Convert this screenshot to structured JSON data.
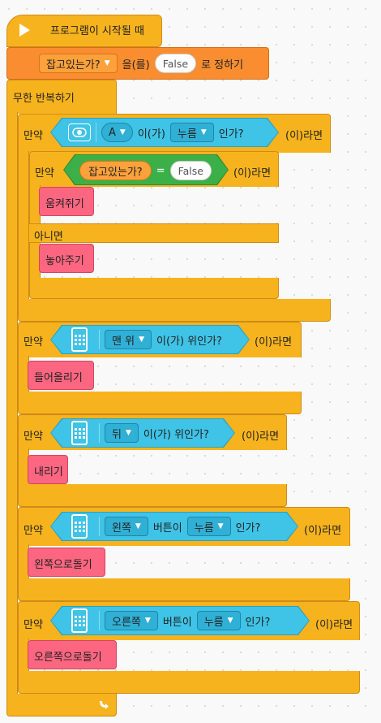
{
  "hat": {
    "label": "프로그램이 시작될 때"
  },
  "set_var": {
    "variable": "잡고있는가?",
    "word1": "을(를)",
    "value": "False",
    "word2": "로 정하기"
  },
  "forever": {
    "label": "무한 반복하기"
  },
  "if1": {
    "if_label": "만약",
    "key": "A",
    "word1": "이(가)",
    "state": "누름",
    "word2": "인가?",
    "then": "(이)라면",
    "inner": {
      "if_label": "만약",
      "variable": "잡고있는가?",
      "op": "=",
      "value": "False",
      "then": "(이)라면",
      "action1": "움켜쥐기",
      "else_label": "아니면",
      "action2": "놓아주기"
    }
  },
  "if2": {
    "if_label": "만약",
    "tilt": "맨 위",
    "word1": "이(가) 위인가?",
    "then": "(이)라면",
    "action": "들어올리기"
  },
  "if3": {
    "if_label": "만약",
    "tilt": "뒤",
    "word1": "이(가) 위인가?",
    "then": "(이)라면",
    "action": "내리기"
  },
  "if4": {
    "if_label": "만약",
    "button": "왼쪽",
    "word1": "버튼이",
    "state": "누름",
    "word2": "인가?",
    "then": "(이)라면",
    "action": "왼쪽으로돌기"
  },
  "if5": {
    "if_label": "만약",
    "button": "오른쪽",
    "word1": "버튼이",
    "state": "누름",
    "word2": "인가?",
    "then": "(이)라면",
    "action": "오른쪽으로돌기"
  },
  "icons": {
    "play": "play-icon",
    "loop": "loop-arrow-icon",
    "controller": "controller-icon",
    "phone": "phone-icon"
  },
  "colors": {
    "control": "#f7b31d",
    "variable": "#f98d30",
    "sensing": "#3fc3e6",
    "operator": "#3cb048",
    "action": "#fc6681"
  }
}
